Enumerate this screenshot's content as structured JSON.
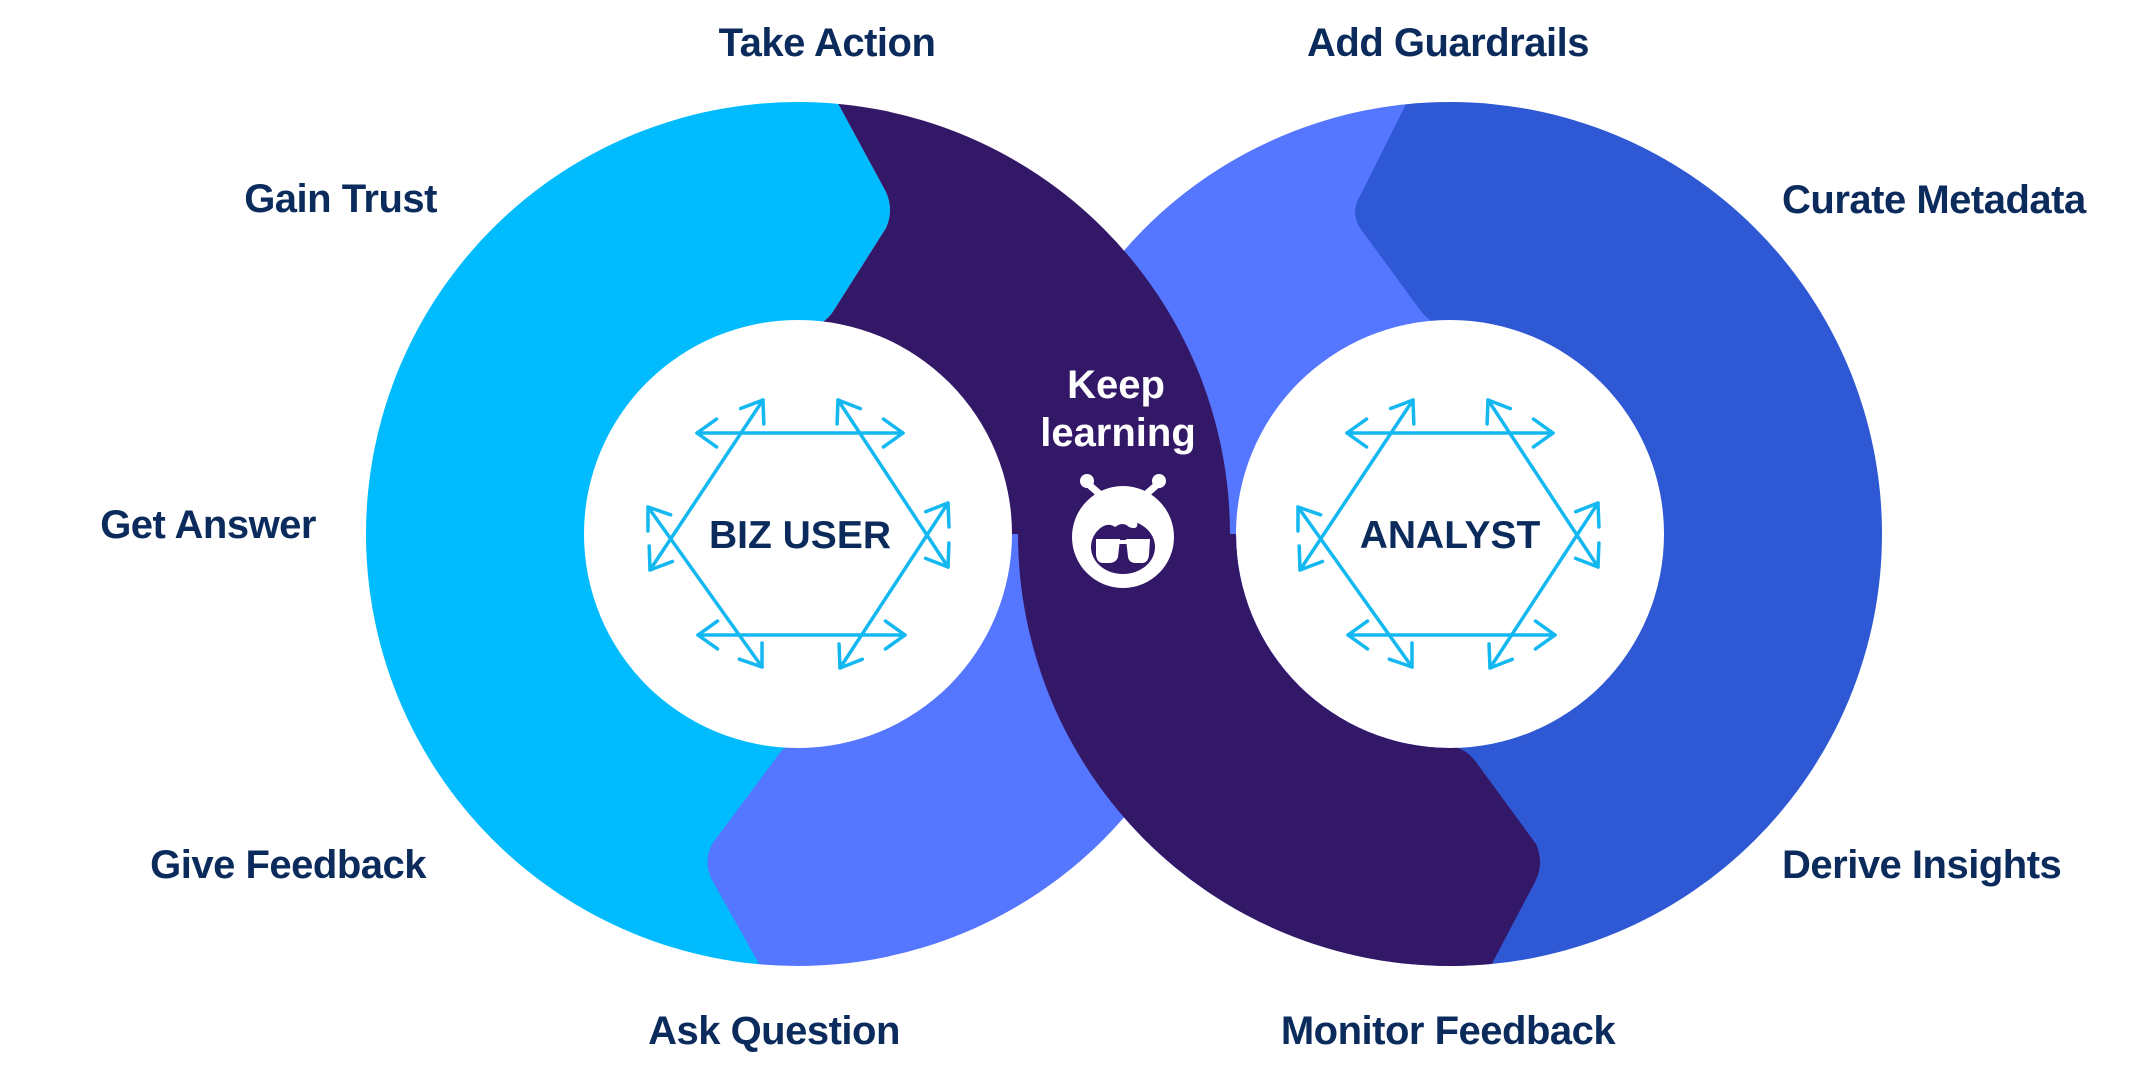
{
  "colors": {
    "label_text": "#0b2b5c",
    "cyan_segment": "#00bbfe",
    "periwinkle_segment": "#5576fe",
    "purple_segment": "#341868",
    "blue_segment": "#2f59d4",
    "hexagon_arrows": "#14b8f0",
    "center_text": "#0b2b5c",
    "keep_learning_text": "#ffffff",
    "background": "#ffffff"
  },
  "left_loop": {
    "center_label": "BIZ USER",
    "steps": {
      "top": "Take Action",
      "upper_left": "Gain Trust",
      "left": "Get Answer",
      "lower_left": "Give Feedback",
      "bottom": "Ask Question"
    }
  },
  "right_loop": {
    "center_label": "ANALYST",
    "steps": {
      "top": "Add Guardrails",
      "upper_right": "Curate Metadata",
      "lower_right": "Derive Insights",
      "bottom": "Monitor Feedback"
    }
  },
  "center": {
    "keep_line1": "Keep",
    "keep_line2": "learning",
    "mascot_icon": "robot-mascot-with-sunglasses"
  },
  "icons": {
    "hexagon": "hexagon-arrows-icon",
    "mascot": "robot-mascot-icon"
  }
}
